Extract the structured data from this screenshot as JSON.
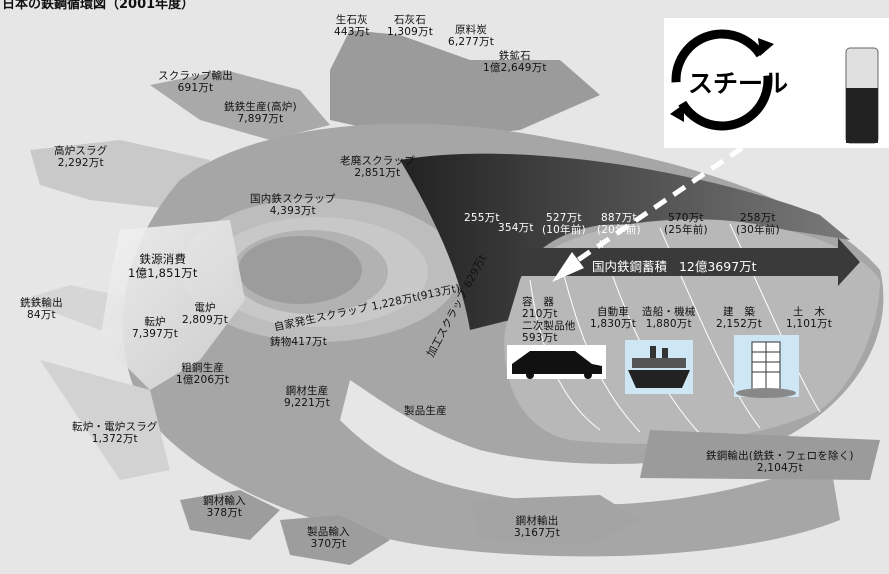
{
  "title": "日本の鉄鋼循環図（2001年度）",
  "logo": {
    "text": "スチール"
  },
  "stock_band": {
    "label": "国内鉄鋼蓄積",
    "value": "12億3697万t"
  },
  "labels": {
    "quicklime": [
      "生石灰",
      "443万t"
    ],
    "limestone": [
      "石灰石",
      "1,309万t"
    ],
    "coal": [
      "原料炭",
      "6,277万t"
    ],
    "ironore": [
      "鉄鉱石",
      "1億2,649万t"
    ],
    "scrap_export": [
      "スクラップ輸出",
      "691万t"
    ],
    "pigiron": [
      "銑鉄生産(高炉)",
      "7,897万t"
    ],
    "bfslag": [
      "高炉スラグ",
      "2,292万t"
    ],
    "obsolete_scrap": [
      "老廃スクラップ",
      "2,851万t"
    ],
    "domestic_scrap": [
      "国内鉄スクラップ",
      "4,393万t"
    ],
    "consumption": [
      "鉄源消費",
      "1億1,851万t"
    ],
    "pigiron_export": [
      "銑鉄輸出",
      "84万t"
    ],
    "converter": [
      "転炉",
      "7,397万t"
    ],
    "eaf": [
      "電炉",
      "2,809万t"
    ],
    "home_scrap": [
      "自家発生スクラップ",
      "1,228万t(913万t)"
    ],
    "castings": [
      "鋳物417万t"
    ],
    "process_scrap": [
      "加工スクラップ",
      "629万t"
    ],
    "crude_steel": [
      "粗鋼生産",
      "1億206万t"
    ],
    "steel_prod": [
      "鋼材生産",
      "9,221万t"
    ],
    "slag2": [
      "転炉・電炉スラグ",
      "1,372万t"
    ],
    "product_prod": [
      "製品生産"
    ],
    "steel_import": [
      "鋼材輸入",
      "378万t"
    ],
    "product_import": [
      "製品輸入",
      "370万t"
    ],
    "steel_export": [
      "鋼材輸出",
      "3,167万t"
    ],
    "indirect_export": [
      "鉄鋼輸出(銑鉄・フェロを除く)",
      "2,104万t"
    ],
    "a255": [
      "255万t"
    ],
    "a354": [
      "354万t"
    ],
    "a527": [
      "527万t",
      "(10年前)"
    ],
    "a887": [
      "887万t",
      "(20年前)"
    ],
    "a570": [
      "570万t",
      "(25年前)"
    ],
    "a258": [
      "258万t",
      "(30年前)"
    ],
    "containers": [
      "容　器",
      "210万t",
      "二次製品他",
      "593万t"
    ],
    "autos": [
      "自動車",
      "1,830万t"
    ],
    "ships": [
      "造船・機械",
      "1,880万t"
    ],
    "construction": [
      "建　築",
      "2,152万t"
    ],
    "civil": [
      "土　木",
      "1,101万t"
    ]
  }
}
